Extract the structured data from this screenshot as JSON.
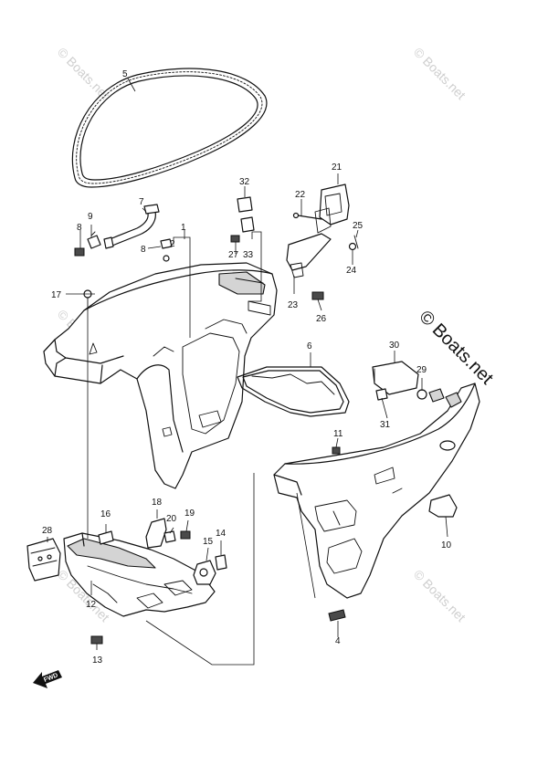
{
  "watermark": {
    "small_text": "© Boats.net",
    "large_text": "© Boats.net"
  },
  "direction_marker": {
    "label": "FWD"
  },
  "callouts": {
    "c1": "1",
    "c2": "2",
    "c4": "4",
    "c5": "5",
    "c6": "6",
    "c7": "7",
    "c8a": "8",
    "c8b": "8",
    "c9": "9",
    "c10": "10",
    "c11": "11",
    "c12": "12",
    "c13": "13",
    "c14": "14",
    "c15": "15",
    "c16": "16",
    "c17": "17",
    "c18": "18",
    "c19": "19",
    "c20": "20",
    "c21": "21",
    "c22": "22",
    "c23": "23",
    "c24": "24",
    "c25": "25",
    "c26": "26",
    "c27": "27",
    "c28": "28",
    "c29": "29",
    "c30": "30",
    "c31": "31",
    "c32": "32",
    "c33": "33"
  },
  "colors": {
    "line": "#111111",
    "watermark": "#cfcfcf",
    "background": "#ffffff"
  }
}
